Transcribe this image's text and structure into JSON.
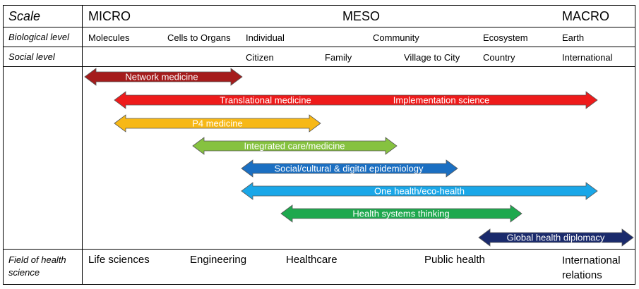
{
  "rows": {
    "scale_label": "Scale",
    "biological_label": "Biological level",
    "social_label": "Social level",
    "field_label": "Field of health science"
  },
  "scale": {
    "micro": "MICRO",
    "meso": "MESO",
    "macro": "MACRO"
  },
  "biological": {
    "molecules": "Molecules",
    "cells": "Cells to Organs",
    "individual": "Individual",
    "community": "Community",
    "ecosystem": "Ecosystem",
    "earth": "Earth"
  },
  "social": {
    "citizen": "Citizen",
    "family": "Family",
    "village": "Village to City",
    "country": "Country",
    "international": "International"
  },
  "fields": {
    "life": "Life sciences",
    "engineering": "Engineering",
    "healthcare": "Healthcare",
    "public": "Public health",
    "international": "International relations"
  },
  "arrows": [
    {
      "name": "network-medicine-arrow",
      "labels": [
        "Network medicine"
      ],
      "color": "#a51c1c",
      "from": "Molecules",
      "to": "Cells to Organs"
    },
    {
      "name": "translational-medicine-arrow",
      "labels": [
        "Translational medicine",
        "Implementation science"
      ],
      "color": "#ee1b1b",
      "from": "Molecules",
      "to": "Earth"
    },
    {
      "name": "p4-medicine-arrow",
      "labels": [
        "P4 medicine"
      ],
      "color": "#f7b816",
      "from": "Molecules",
      "to": "Family"
    },
    {
      "name": "integrated-care-arrow",
      "labels": [
        "Integrated care/medicine"
      ],
      "color": "#86c240",
      "from": "Cells to Organs",
      "to": "Village to City"
    },
    {
      "name": "social-epidemiology-arrow",
      "labels": [
        "Social/cultural & digital epidemiology"
      ],
      "color": "#1b6fc2",
      "from": "Individual",
      "to": "Village to City"
    },
    {
      "name": "one-health-arrow",
      "labels": [
        "One health/eco-health"
      ],
      "color": "#1aa7e8",
      "from": "Individual",
      "to": "Earth"
    },
    {
      "name": "health-systems-arrow",
      "labels": [
        "Health systems thinking"
      ],
      "color": "#1ea84e",
      "from": "Family",
      "to": "Country"
    },
    {
      "name": "global-health-diplomacy-arrow",
      "labels": [
        "Global health diplomacy"
      ],
      "color": "#1a2a6c",
      "from": "Country",
      "to": "International"
    }
  ]
}
